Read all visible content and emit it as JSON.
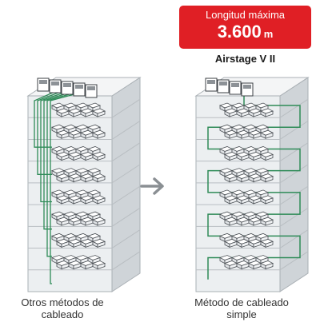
{
  "badge": {
    "title": "Longitud máxima",
    "value": "3.600",
    "unit": "m"
  },
  "system_name": "Airstage V II",
  "left_caption": "Otros métodos de cableado",
  "right_caption": "Método de cableado simple",
  "colors": {
    "accent": "#e01f25",
    "cable": "#2e8b57",
    "building_front": "#e9ecee",
    "building_side": "#cfd4d8",
    "building_top": "#f4f5f6"
  },
  "icons": {
    "arrow": "arrow-right-icon"
  }
}
